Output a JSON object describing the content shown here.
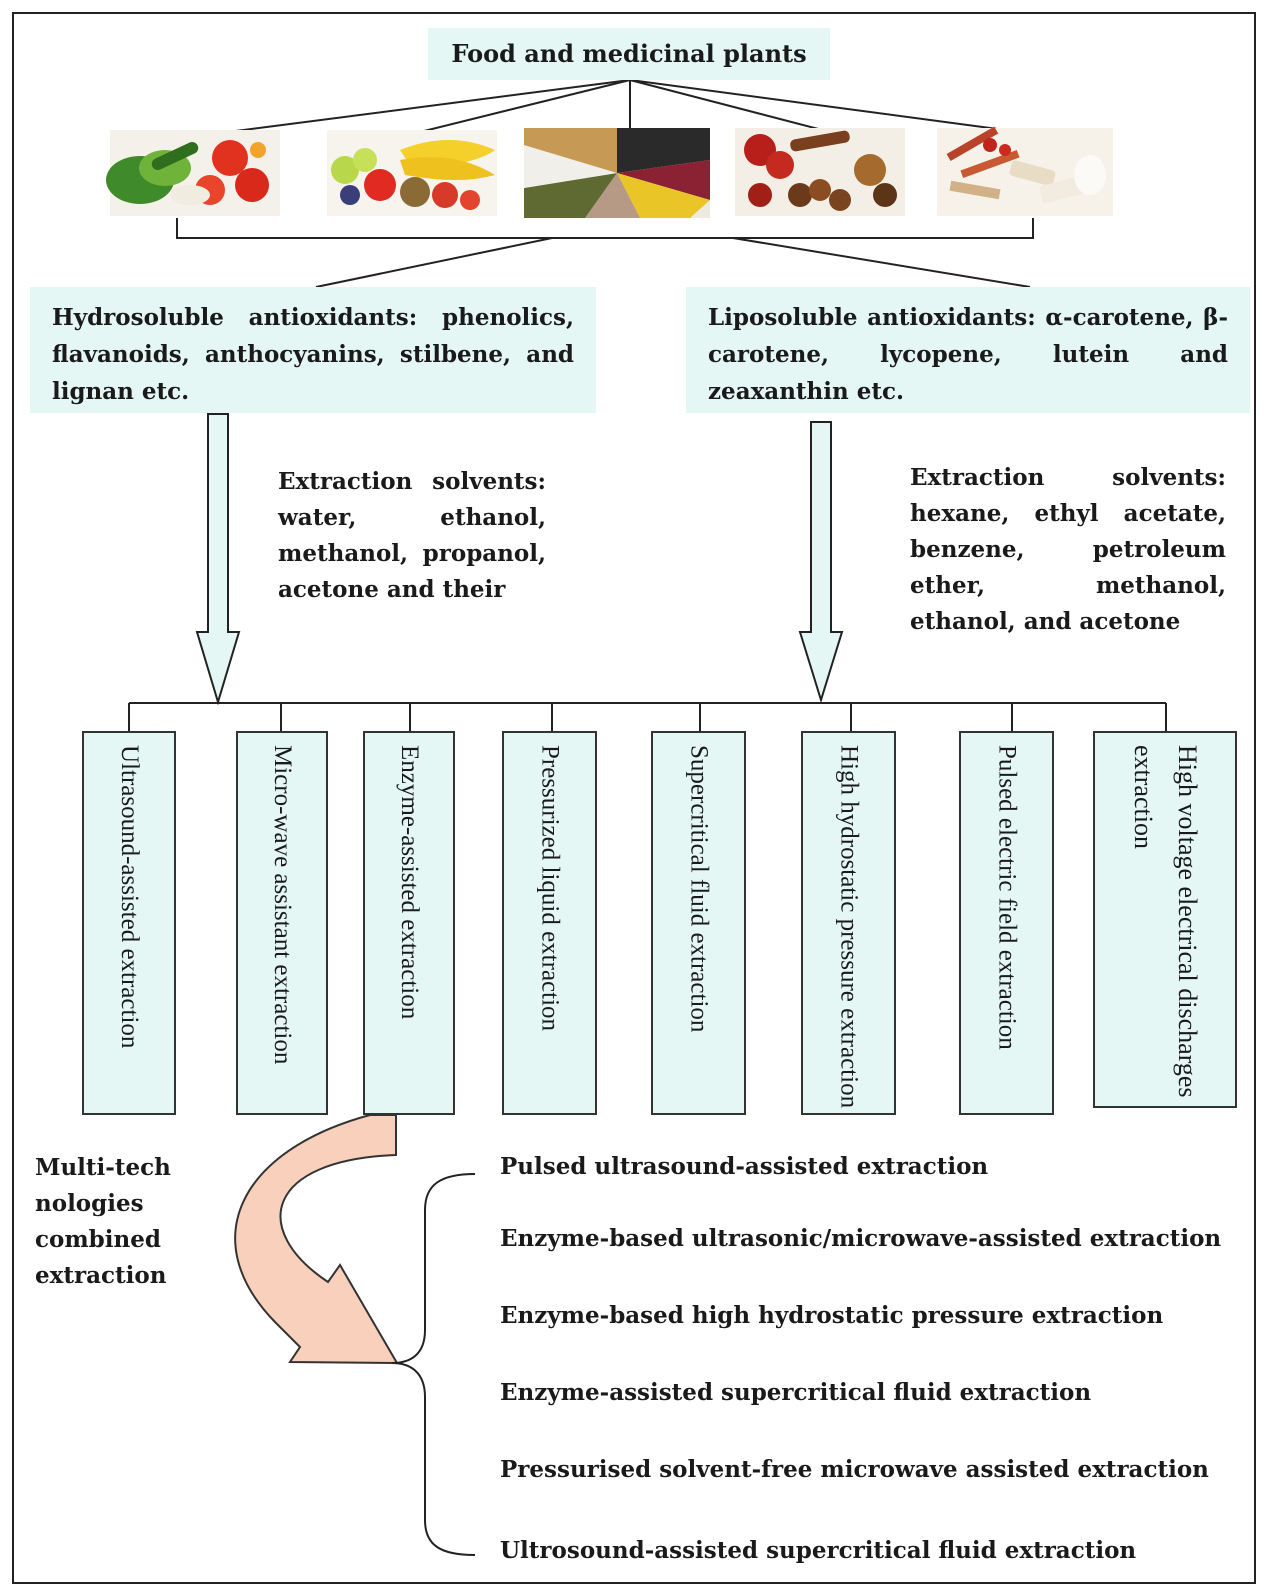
{
  "title": "Food and medicinal plants",
  "images": [
    {
      "icon": "vegetables-photo"
    },
    {
      "icon": "fruits-photo"
    },
    {
      "icon": "grains-beans-photo"
    },
    {
      "icon": "dried-herbs-photo"
    },
    {
      "icon": "sliced-medicinal-roots-photo"
    }
  ],
  "groups": {
    "hydrosoluble": "Hydrosoluble antioxidants: phenolics, flavanoids, anthocyanins, stilbene, and lignan etc.",
    "liposoluble": "Liposoluble antioxidants: α-carotene, β-carotene, lycopene, lutein and zeaxanthin etc."
  },
  "solvents": {
    "left": "Extraction solvents: water, ethanol, methanol, propanol, acetone and their",
    "right": "Extraction solvents: hexane, ethyl acetate, benzene, petroleum ether, methanol, ethanol, and acetone"
  },
  "methods": [
    "Ultrasound-assisted extraction",
    "Micro-wave assistant extraction",
    "Enzyme-assisted extraction",
    "Pressurized liquid extraction",
    "Supercritical fluid extraction",
    "High hydrostatic pressure extraction",
    "Pulsed electric field extraction",
    "High voltage electrical discharges extraction"
  ],
  "combined": {
    "label": "Multi-tech nologies combined extraction",
    "items": [
      "Pulsed ultrasound-assisted extraction",
      "Enzyme-based ultrasonic/microwave-assisted extraction",
      "Enzyme-based high hydrostatic pressure extraction",
      "Enzyme-assisted supercritical fluid extraction",
      "Pressurised solvent-free microwave assisted extraction",
      "Ultrosound-assisted supercritical fluid extraction"
    ]
  },
  "colors": {
    "box_fill": "#e4f7f5",
    "curved_arrow_fill": "#f8d0bc",
    "line": "#222222"
  }
}
